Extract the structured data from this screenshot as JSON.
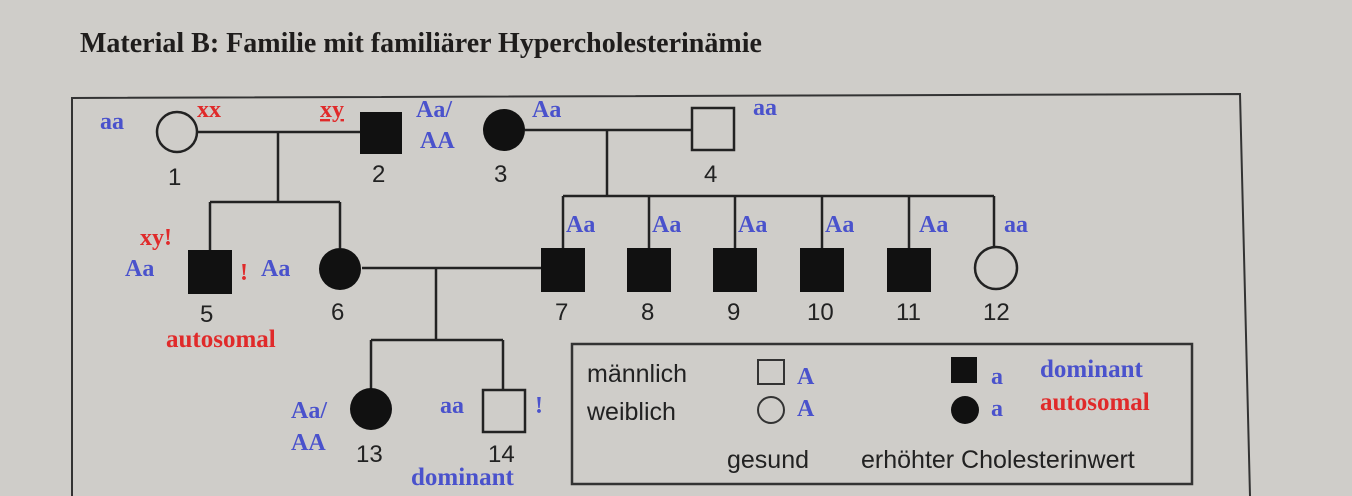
{
  "title": "Material B: Familie mit familiärer Hypercholesterinämie",
  "individuals": [
    {
      "id": "1",
      "sex": "female",
      "affected": false,
      "genotype": "aa",
      "note": "xx"
    },
    {
      "id": "2",
      "sex": "male",
      "affected": true,
      "genotype": "Aa/ AA",
      "note": "xy"
    },
    {
      "id": "3",
      "sex": "female",
      "affected": true,
      "genotype": "Aa"
    },
    {
      "id": "4",
      "sex": "male",
      "affected": false,
      "genotype": "aa"
    },
    {
      "id": "5",
      "sex": "male",
      "affected": true,
      "genotype": "Aa",
      "note": "xy!",
      "mark": "!",
      "label": "autosomal"
    },
    {
      "id": "6",
      "sex": "female",
      "affected": true,
      "genotype": "Aa"
    },
    {
      "id": "7",
      "sex": "male",
      "affected": true,
      "genotype": "Aa"
    },
    {
      "id": "8",
      "sex": "male",
      "affected": true,
      "genotype": "Aa"
    },
    {
      "id": "9",
      "sex": "male",
      "affected": true,
      "genotype": "Aa"
    },
    {
      "id": "10",
      "sex": "male",
      "affected": true,
      "genotype": "Aa"
    },
    {
      "id": "11",
      "sex": "male",
      "affected": true,
      "genotype": "Aa"
    },
    {
      "id": "12",
      "sex": "female",
      "affected": false,
      "genotype": "aa"
    },
    {
      "id": "13",
      "sex": "female",
      "affected": true,
      "genotype": "Aa/ AA"
    },
    {
      "id": "14",
      "sex": "male",
      "affected": false,
      "genotype": "aa",
      "mark": "!",
      "label": "dominant"
    }
  ],
  "annotations": {
    "g1": "aa",
    "n1": "xx",
    "n2": "xy",
    "g2a": "Aa/",
    "g2b": "AA",
    "g3": "Aa",
    "g4": "aa",
    "n5": "xy!",
    "g5": "Aa",
    "m5": "!",
    "g6": "Aa",
    "l5": "autosomal",
    "g7": "Aa",
    "g8": "Aa",
    "g9": "Aa",
    "g10": "Aa",
    "g11": "Aa",
    "g12": "aa",
    "g13a": "Aa/",
    "g13b": "AA",
    "g14": "aa",
    "m14": "!",
    "l14": "dominant"
  },
  "legend": {
    "male": "männlich",
    "female": "weiblich",
    "healthy": "gesund",
    "affected": "erhöhter Cholesterinwert",
    "healthy_allele": "A",
    "affected_allele": "a",
    "dominant": "dominant",
    "autosomal": "autosomal"
  },
  "colors": {
    "blue": "#4a52cc",
    "red": "#e02a2a",
    "ink": "#1f1d1c"
  }
}
